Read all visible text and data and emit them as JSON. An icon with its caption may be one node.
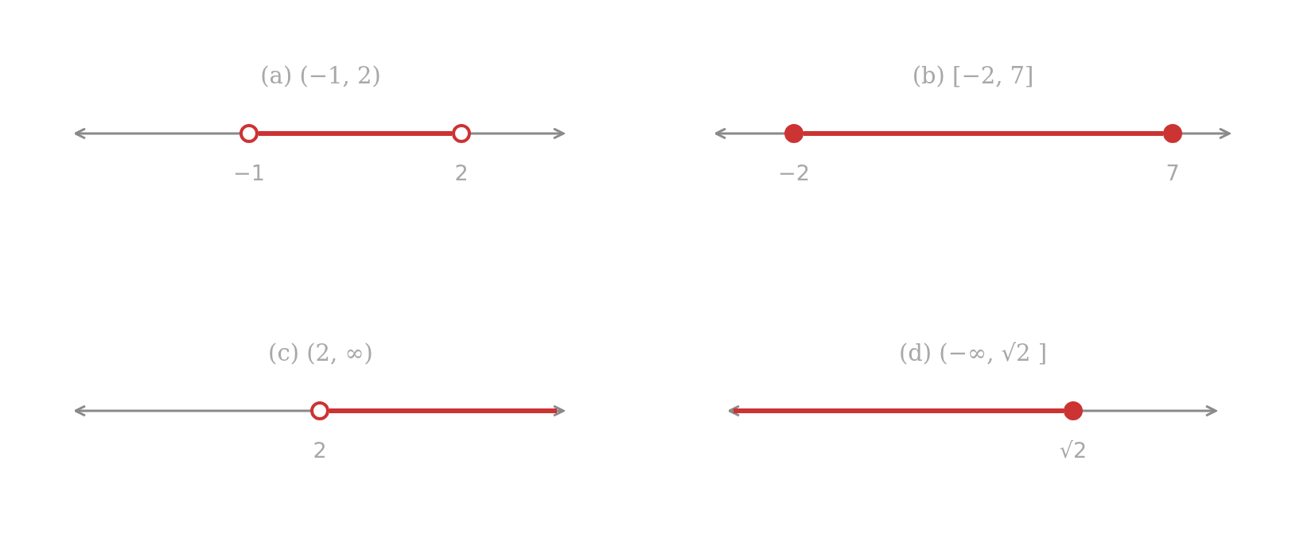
{
  "diagram": {
    "nodes": [
      {
        "text": [],
        "shape": "circle",
        "beside": [
          "−1"
        ]
      },
      {
        "text": [],
        "shape": "circle",
        "beside": [
          "2"
        ]
      },
      {
        "text": [],
        "shape": "dot",
        "beside": [
          "−2"
        ]
      },
      {
        "text": [],
        "shape": "dot",
        "beside": [
          "7"
        ]
      },
      {
        "text": [],
        "shape": "circle",
        "beside": [
          "2"
        ]
      },
      {
        "text": [],
        "shape": "dot",
        "beside": [
          "√2"
        ]
      }
    ],
    "edges": [
      {
        "from": 0,
        "to": 1,
        "arrow": "none"
      },
      {
        "from": 2,
        "to": 3,
        "arrow": "none"
      },
      {
        "from": 4,
        "to": null,
        "arrow": "none"
      },
      {
        "from": null,
        "to": 5,
        "arrow": "none"
      }
    ],
    "labels": [
      "(a) (−1, 2)",
      "(b) [−2, 7]",
      "(c) (2, ∞)",
      "(d) (−∞, √2 ]"
    ]
  }
}
